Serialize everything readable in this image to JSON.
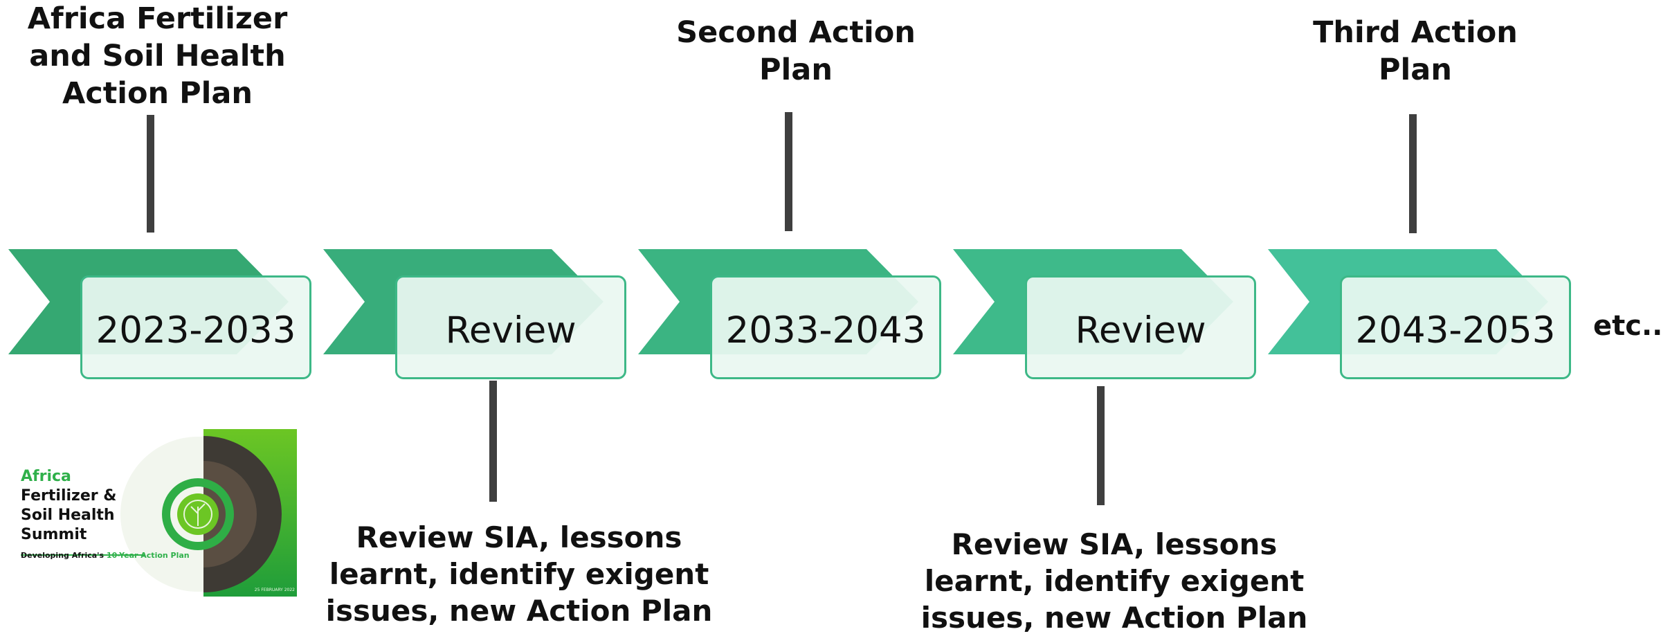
{
  "timeline": {
    "upper_labels": [
      {
        "lines": [
          "Africa Fertilizer",
          "and Soil Health",
          "Action Plan"
        ]
      },
      {
        "lines": [
          "Second Action",
          "Plan"
        ]
      },
      {
        "lines": [
          "Third Action",
          "Plan"
        ]
      }
    ],
    "lower_labels": [
      {
        "lines": [
          "Review SIA, lessons",
          "learnt, identify exigent",
          "issues, new Action Plan"
        ]
      },
      {
        "lines": [
          "Review SIA, lessons",
          "learnt, identify exigent",
          "issues, new Action Plan"
        ]
      }
    ],
    "stages": [
      {
        "label": "2023-2033"
      },
      {
        "label": "Review"
      },
      {
        "label": "2033-2043"
      },
      {
        "label": "Review"
      },
      {
        "label": "2043-2053"
      }
    ],
    "continuation": "etc..",
    "colors": {
      "chevron_1": "#35a872",
      "chevron_2": "#38ad7b",
      "chevron_3": "#3bb482",
      "chevron_4": "#3eba8a",
      "chevron_5": "#43c199",
      "box_fill": "#eaf7f1",
      "box_border": "#3db887",
      "connector": "#3f3f3f"
    }
  },
  "summit_logo": {
    "title_green": "Africa",
    "title_lines": [
      "Fertilizer &",
      "Soil Health",
      "Summit"
    ],
    "subtitle_prefix": "Developing Africa's ",
    "subtitle_highlight": "10-Year Action Plan",
    "date": "25 FEBRUARY 2022",
    "brand_green": "#2fb04a"
  }
}
